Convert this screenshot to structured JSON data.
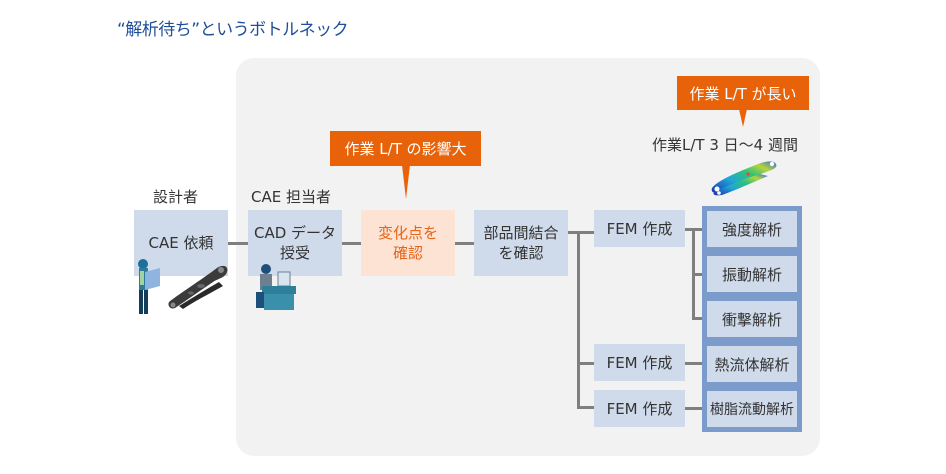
{
  "title": "“解析待ち”というボトルネック",
  "roles": {
    "designer": "設計者",
    "cae_engineer": "CAE 担当者"
  },
  "steps": {
    "cae_request": "CAE 依頼",
    "cad_receive_line1": "CAD データ",
    "cad_receive_line2": "授受",
    "change_check_line1": "変化点を",
    "change_check_line2": "確認",
    "joint_check_line1": "部品間結合",
    "joint_check_line2": "を確認"
  },
  "fem": [
    "FEM 作成",
    "FEM 作成",
    "FEM 作成"
  ],
  "analyses": [
    "強度解析",
    "振動解析",
    "衝撃解析",
    "熱流体解析",
    "樹脂流動解析"
  ],
  "callouts": {
    "impact": "作業 L/T の影響大",
    "long": "作業 L/T が長い"
  },
  "lead_time": "作業L/T 3 日〜4 週間",
  "icons": {
    "designer": "designer-with-drawing-icon",
    "part": "suspension-arm-part-icon",
    "engineer": "engineer-at-desk-icon",
    "heatmap": "simulation-result-part-icon"
  },
  "colors": {
    "title": "#1f4e9a",
    "panel": "#f2f2f2",
    "box": "#cfdaea",
    "highlight_box": "#fde3d4",
    "highlight_text": "#e5661a",
    "callout": "#e8620a",
    "analysis_frame": "#7b9ccb",
    "connector": "#7f7f7f"
  }
}
